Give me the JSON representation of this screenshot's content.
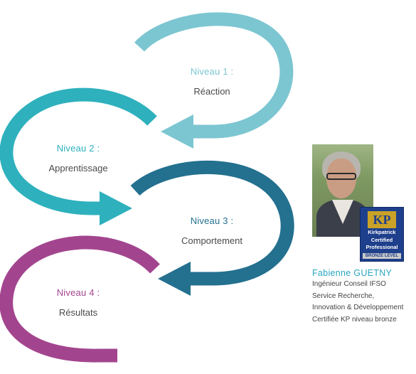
{
  "levels": [
    {
      "title": "Niveau 1 :",
      "name": "Réaction",
      "color": "#7cc6d1"
    },
    {
      "title": "Niveau 2 :",
      "name": "Apprentissage",
      "color": "#2eb0bd"
    },
    {
      "title": "Niveau 3 :",
      "name": "Comportement",
      "color": "#23708f"
    },
    {
      "title": "Niveau 4 :",
      "name": "Résultats",
      "color": "#a3458e"
    }
  ],
  "person": {
    "name": "Fabienne GUETNY",
    "lines": [
      "Ingénieur Conseil IFSO",
      "Service Recherche,",
      "Innovation & Développement",
      "Certifiée KP niveau bronze"
    ],
    "name_color": "#2aa6bf"
  },
  "badge": {
    "logo": "KP",
    "line1": "Kirkpatrick",
    "line2": "Certified",
    "line3": "Professional",
    "level": "BRONZE LEVEL"
  }
}
